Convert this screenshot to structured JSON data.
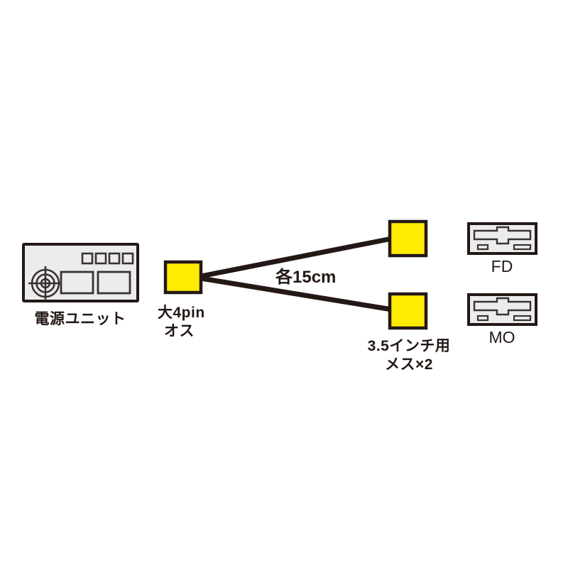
{
  "diagram": {
    "type": "cable-wiring-diagram",
    "background_color": "#ffffff",
    "outline_color": "#231815",
    "connector_color": "#ffec00",
    "device_fill_color": "#ececec",
    "cable_length_label": "各15cm",
    "power_supply": {
      "label": "電源ユニット",
      "fan_icon": "fan-crosshair-icon",
      "small_port_count": 4,
      "large_port_count": 2
    },
    "male_connector": {
      "label_line1": "大4pin",
      "label_line2": "オス",
      "count": 1
    },
    "female_connectors": {
      "label_line1": "3.5インチ用",
      "label_line2": "メス×2",
      "count": 2
    },
    "drives": [
      {
        "label": "FD",
        "icon": "floppy-drive-icon"
      },
      {
        "label": "MO",
        "icon": "mo-drive-icon"
      }
    ]
  }
}
